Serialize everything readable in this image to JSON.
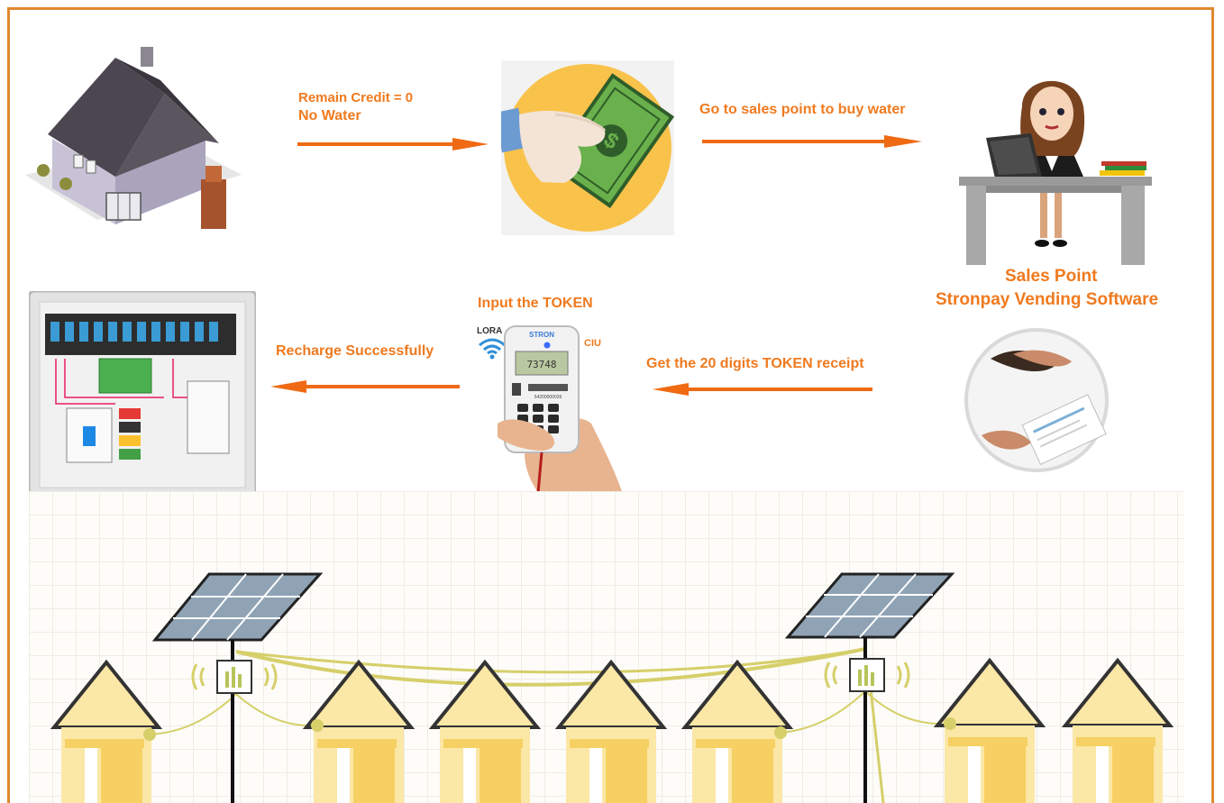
{
  "labels": {
    "remain_credit": "Remain Credit = 0",
    "no_water": "No Water",
    "go_to_sales": "Go to sales point to buy water",
    "sales_point": "Sales Point",
    "vending_software": "Stronpay Vending Software",
    "input_token": "Input the TOKEN",
    "lora": "LORA",
    "ciu": "CIU",
    "get_token": "Get the 20 digits TOKEN receipt",
    "recharge": "Recharge Successfully"
  },
  "ciu_device": {
    "brand": "STRON",
    "display": "73748",
    "serial": "54200000026"
  },
  "colors": {
    "accent": "#ef7a1f",
    "frame": "#e0892f",
    "money_bg": "#f9c24a",
    "bill": "#6ab04c",
    "house_yellow": "#fbe7a6",
    "cable": "#d6cf6a"
  },
  "icons": [
    "house-icon",
    "money-hand-icon",
    "vendor-woman-icon",
    "handshake-icon",
    "ciu-keypad-icon",
    "wifi-icon",
    "control-box-icon",
    "solar-panel-icon",
    "water-meter-icon"
  ]
}
